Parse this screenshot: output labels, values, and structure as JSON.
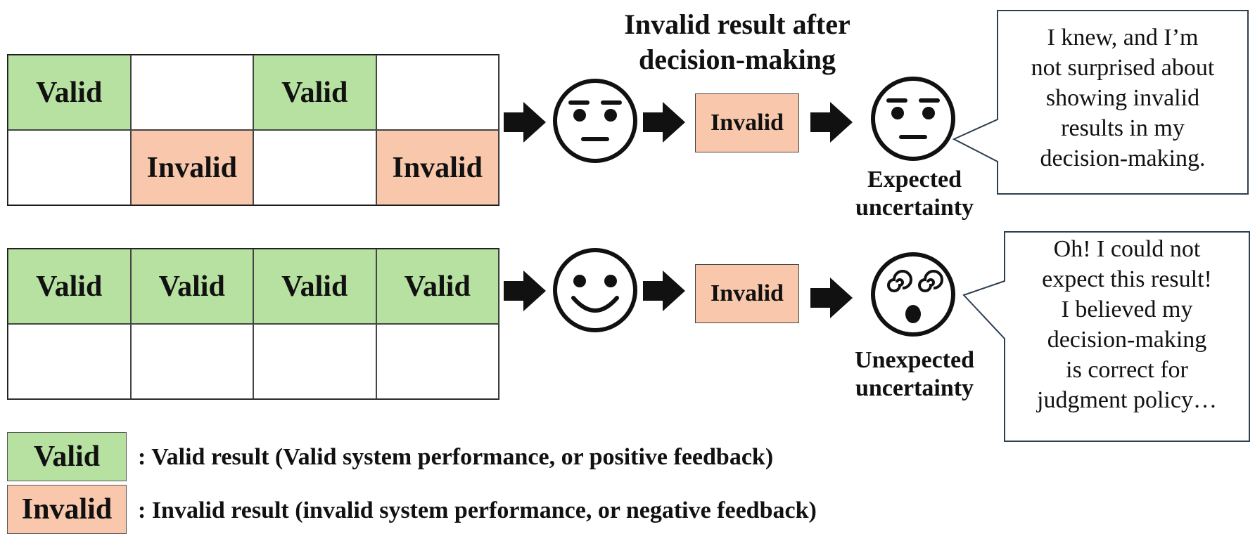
{
  "heading": "Invalid result after decision-making",
  "grid_top": {
    "cells": [
      {
        "label": "Valid",
        "status": "valid"
      },
      {
        "label": "",
        "status": "empty"
      },
      {
        "label": "Valid",
        "status": "valid"
      },
      {
        "label": "",
        "status": "empty"
      },
      {
        "label": "",
        "status": "empty"
      },
      {
        "label": "Invalid",
        "status": "invalid"
      },
      {
        "label": "",
        "status": "empty"
      },
      {
        "label": "Invalid",
        "status": "invalid"
      }
    ]
  },
  "grid_bottom": {
    "cells": [
      {
        "label": "Valid",
        "status": "valid"
      },
      {
        "label": "Valid",
        "status": "valid"
      },
      {
        "label": "Valid",
        "status": "valid"
      },
      {
        "label": "Valid",
        "status": "valid"
      },
      {
        "label": "",
        "status": "empty"
      },
      {
        "label": "",
        "status": "empty"
      },
      {
        "label": "",
        "status": "empty"
      },
      {
        "label": "",
        "status": "empty"
      }
    ]
  },
  "row_top": {
    "face_before": "neutral-face-icon",
    "result_label": "Invalid",
    "face_after": "neutral-face-icon",
    "caption": "Expected uncertainty",
    "bubble_lines": [
      "I knew, and I’m",
      "not surprised about",
      "showing invalid",
      "results in my",
      "decision-making."
    ]
  },
  "row_bottom": {
    "face_before": "smiling-face-icon",
    "result_label": "Invalid",
    "face_after": "dizzy-surprised-face-icon",
    "caption": "Unexpected uncertainty",
    "bubble_lines": [
      "Oh! I could not",
      "expect this result!",
      "I believed my",
      "decision-making",
      "is correct for",
      "judgment policy…"
    ]
  },
  "legend": {
    "valid_label": "Valid",
    "valid_desc": ": Valid result (Valid system performance, or positive feedback)",
    "invalid_label": "Invalid",
    "invalid_desc": ": Invalid result (invalid system performance, or negative feedback)"
  },
  "colors": {
    "valid": "#b7e1a1",
    "invalid": "#f8c7ac",
    "arrow": "#111111"
  }
}
